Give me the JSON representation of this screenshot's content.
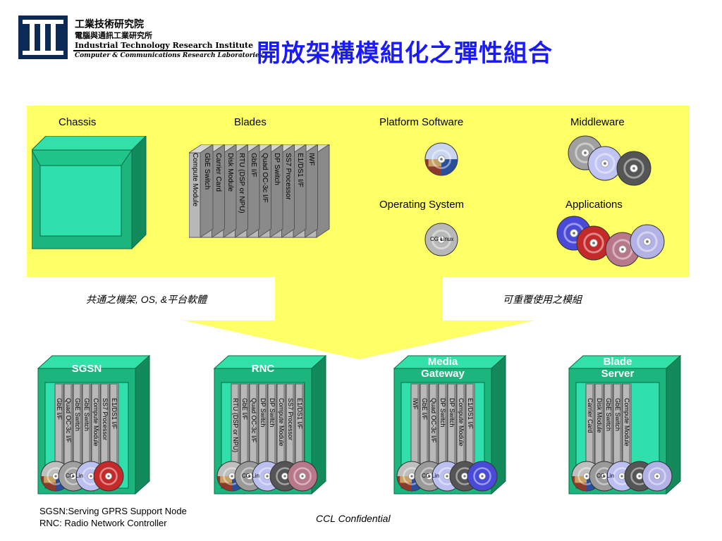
{
  "org": {
    "name_zh": "工業技術研究院",
    "lab_zh": "電腦與通訊工業研究所",
    "name_en": "Industrial Technology Research Institute",
    "lab_en": "Computer & Communications Research Laboratories"
  },
  "page_title": "開放架構模組化之彈性組合",
  "panel": {
    "chassis_label": "Chassis",
    "blades_label": "Blades",
    "platform_software_label": "Platform Software",
    "middleware_label": "Middleware",
    "operating_system_label": "Operating System",
    "applications_label": "Applications",
    "blade_cards": [
      "Compute Module",
      "GbE Switch",
      "Carrier Card",
      "Disk Module",
      "RTU (DSP or NPU)",
      "GbE I/F",
      "Quad OC-3c I/F",
      "DP Switch",
      "SS7 Processor",
      "E1/DS1 I/F",
      "IWF"
    ],
    "os_disk_label": "CG Linux"
  },
  "captions": {
    "left": "共通之機架, OS, &平台軟體",
    "right": "可重覆使用之模組"
  },
  "products": [
    {
      "title_lines": [
        "SGSN"
      ],
      "cards": [
        "E1/DS1 I/F",
        "SS7 Processor",
        "Compute Module",
        "GbE Switch",
        "GbE Switch",
        "Quad OC-3c I/F",
        "GbE I/F"
      ]
    },
    {
      "title_lines": [
        "RNC"
      ],
      "cards": [
        "E1/DS1 I/F",
        "SS7 Processor",
        "Compute Module",
        "DP Switch",
        "DP Switch",
        "Quad OC-3c I/F",
        "GbE I/F",
        "RTU (DSP or NPU)"
      ]
    },
    {
      "title_lines": [
        "Media",
        "Gateway"
      ],
      "cards": [
        "E1/DS1 I/F",
        "Compute Module",
        "DP Switch",
        "DP Switch",
        "Quad OC-3c I/F",
        "GbE I/F",
        "IWF"
      ]
    },
    {
      "title_lines": [
        "Blade",
        "Server"
      ],
      "cards": [
        "Compute Module",
        "GbE Switch",
        "GbE Switch",
        "Disk Module",
        "Carrier Card"
      ]
    }
  ],
  "product_disk_label": "CG Lin",
  "footnotes": {
    "sgsn": "SGSN:Serving GPRS Support Node",
    "rnc": "RNC: Radio Network Controller"
  },
  "confidential": "CCL Confidential",
  "colors": {
    "title_blue": "#1a1aff",
    "panel_yellow": "#ffff66",
    "chassis_green": "#1db57e",
    "chassis_light": "#33e0a8",
    "logo_navy": "#0b2a55"
  }
}
